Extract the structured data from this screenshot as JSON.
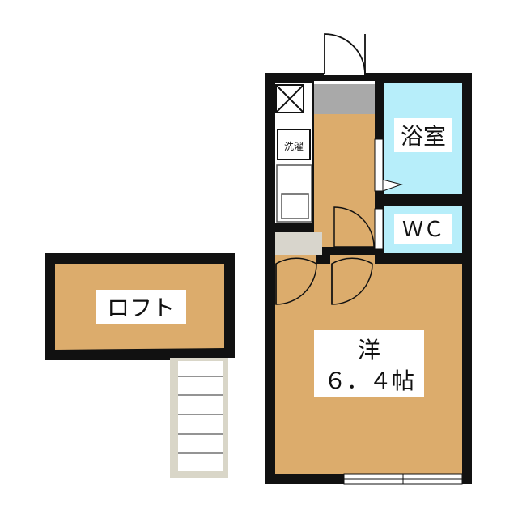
{
  "rooms": {
    "loft": "ロフト",
    "bath": "浴室",
    "wc": "ＷＣ",
    "western_name": "洋",
    "western_size": "６．４帖",
    "washer": "洗濯"
  },
  "colors": {
    "wall": "#111111",
    "floor": "#dcac6c",
    "bath": "#b7eefa",
    "entrance": "#a9a9a9",
    "box": "#d8d5cc",
    "stairs_frame": "#d9d6c8",
    "background": "#ffffff"
  },
  "icons": {
    "window_fixture": "x-box-icon",
    "entry_door": "swing-door-icon",
    "stairs": "stairs-icon",
    "window": "sliding-window-icon"
  }
}
